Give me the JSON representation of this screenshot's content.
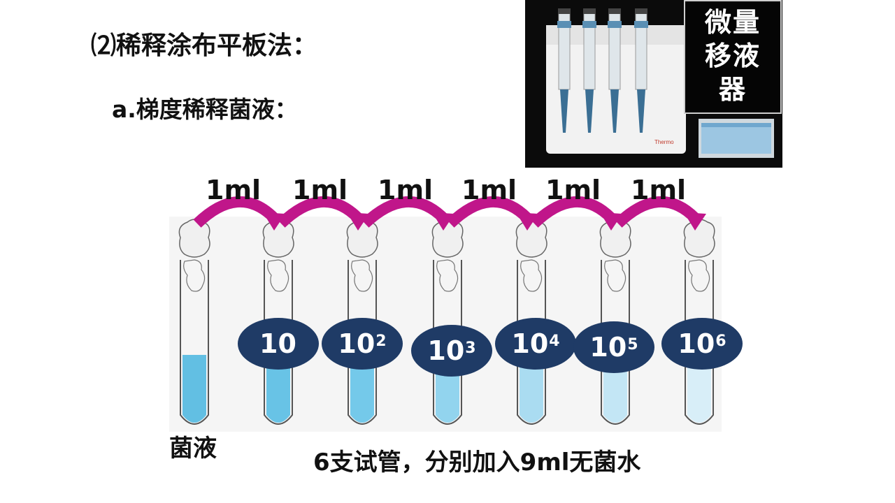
{
  "title": "⑵稀释涂布平板法：",
  "subtitle": "a.梯度稀释菌液：",
  "photo": {
    "label_lines": [
      "微量",
      "移液",
      "器"
    ],
    "brand_text": "Thermo"
  },
  "transfer_labels": [
    "1ml",
    "1ml",
    "1ml",
    "1ml",
    "1ml",
    "1ml"
  ],
  "dilutions": [
    {
      "base": "10",
      "exp": ""
    },
    {
      "base": "10",
      "exp": "2"
    },
    {
      "base": "10",
      "exp": "3"
    },
    {
      "base": "10",
      "exp": "4"
    },
    {
      "base": "10",
      "exp": "5"
    },
    {
      "base": "10",
      "exp": "6"
    }
  ],
  "stock_label": "菌液",
  "caption": "6支试管，分别加入9ml无菌水",
  "colors": {
    "oval": "#1f3b66",
    "arrow": "#c0168a",
    "liquid_stock": "#6cc3e2",
    "tube_outline": "#555555"
  }
}
